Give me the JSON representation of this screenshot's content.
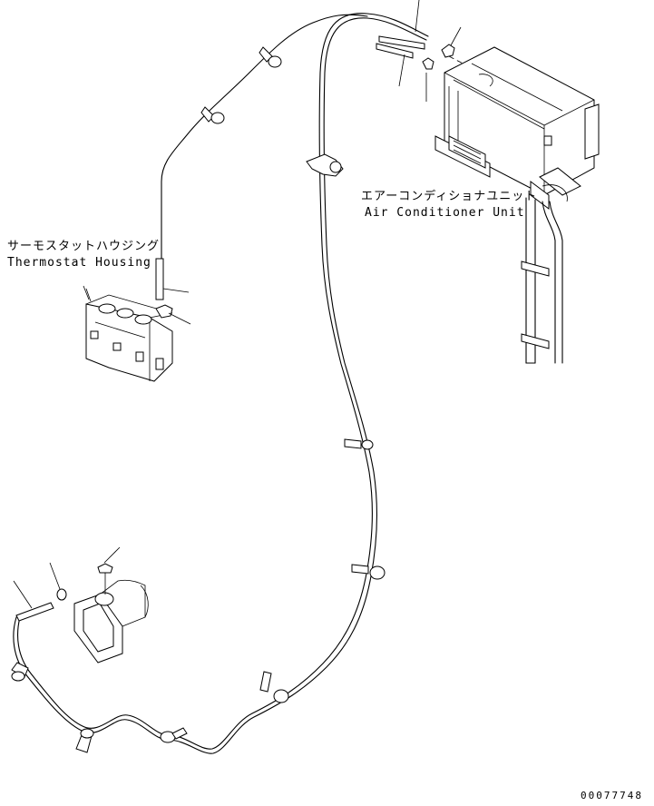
{
  "labels": {
    "ac_unit_jp": "エアーコンディショナユニット",
    "ac_unit_en": "Air Conditioner Unit",
    "thermostat_jp": "サーモスタットハウジング",
    "thermostat_en": "Thermostat Housing",
    "drawing_number": "00077748"
  }
}
